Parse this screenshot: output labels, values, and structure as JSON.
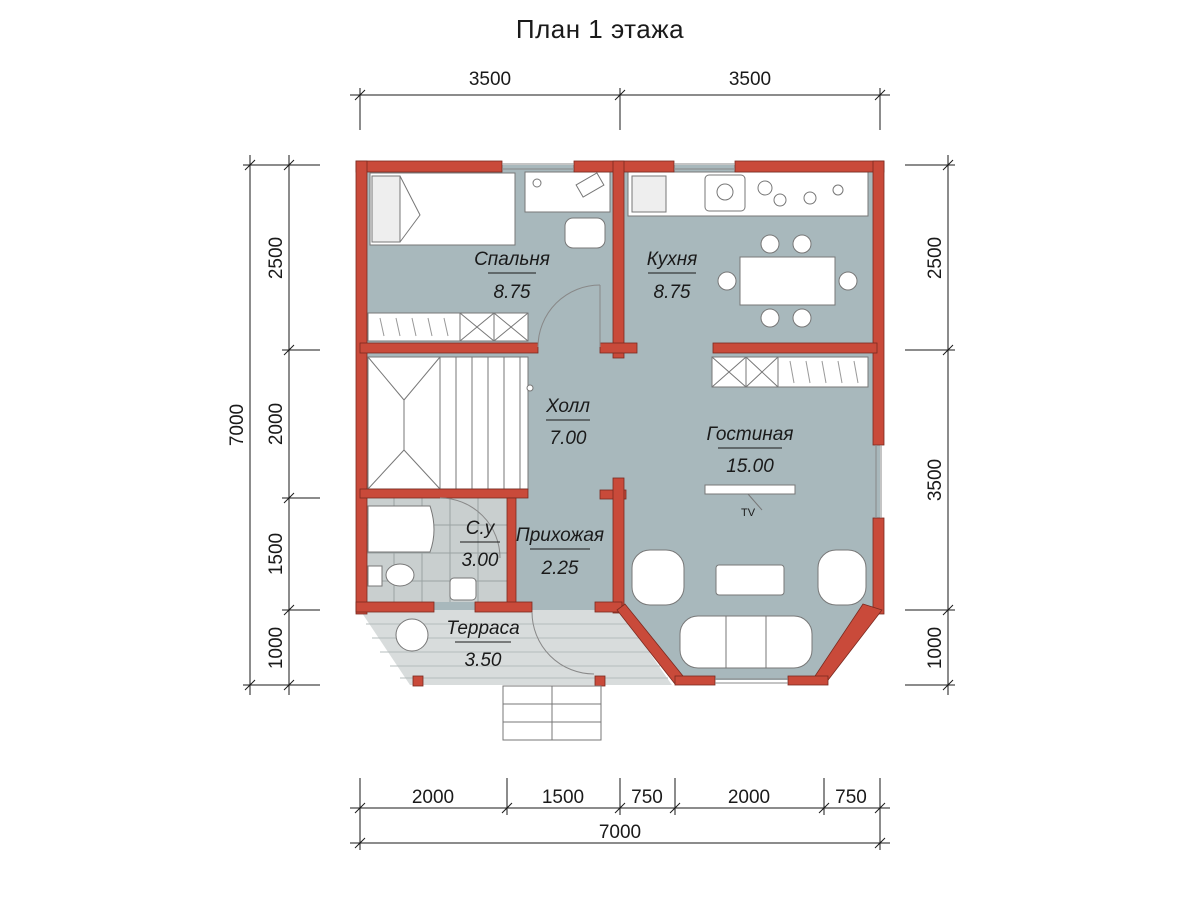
{
  "title": "План 1 этажа",
  "colors": {
    "wall": "#c94a3a",
    "floor": "#a8b8bc",
    "wet_tile": "#c9cfcf",
    "terrace": "#d8dcdc",
    "dimension": "#1a1a1a"
  },
  "dimensions": {
    "top": [
      "3500",
      "3500"
    ],
    "bottom": [
      "2000",
      "1500",
      "750",
      "2000",
      "750"
    ],
    "bottom_total": "7000",
    "left_outer": "7000",
    "left": [
      "2500",
      "2000",
      "1500",
      "1000"
    ],
    "right": [
      "2500",
      "3500",
      "1000"
    ]
  },
  "rooms": {
    "bedroom": {
      "name": "Спальня",
      "area": "8.75"
    },
    "kitchen": {
      "name": "Кухня",
      "area": "8.75"
    },
    "hall": {
      "name": "Холл",
      "area": "7.00"
    },
    "living": {
      "name": "Гостиная",
      "area": "15.00"
    },
    "bathroom": {
      "name": "С.у",
      "area": "3.00"
    },
    "entry": {
      "name": "Прихожая",
      "area": "2.25"
    },
    "terrace": {
      "name": "Терраса",
      "area": "3.50"
    }
  },
  "tv_label": "TV"
}
